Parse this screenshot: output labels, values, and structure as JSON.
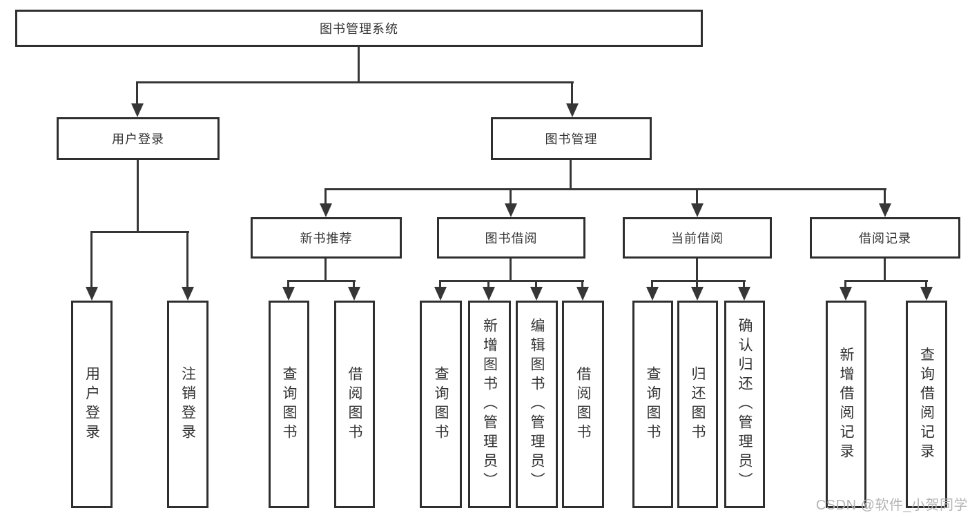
{
  "colors": {
    "line": "#363636",
    "box_border": "#2f2f2f",
    "text": "#333333",
    "watermark": "#b4b4b4",
    "background": "#ffffff"
  },
  "tree": {
    "root": "图书管理系统",
    "userLogin": {
      "label": "用户登录",
      "children": [
        "用户登录",
        "注销登录"
      ]
    },
    "bookMgmt": {
      "label": "图书管理",
      "sections": [
        {
          "label": "新书推荐",
          "children": [
            "查询图书",
            "借阅图书"
          ]
        },
        {
          "label": "图书借阅",
          "children": [
            "查询图书",
            "新增图书（管理员）",
            "编辑图书（管理员）",
            "借阅图书"
          ]
        },
        {
          "label": "当前借阅",
          "children": [
            "查询图书",
            "归还图书",
            "确认归还（管理员）"
          ]
        },
        {
          "label": "借阅记录",
          "children": [
            "新增借阅记录",
            "查询借阅记录"
          ]
        }
      ]
    }
  },
  "watermark": "CSDN @软件_小贺同学"
}
